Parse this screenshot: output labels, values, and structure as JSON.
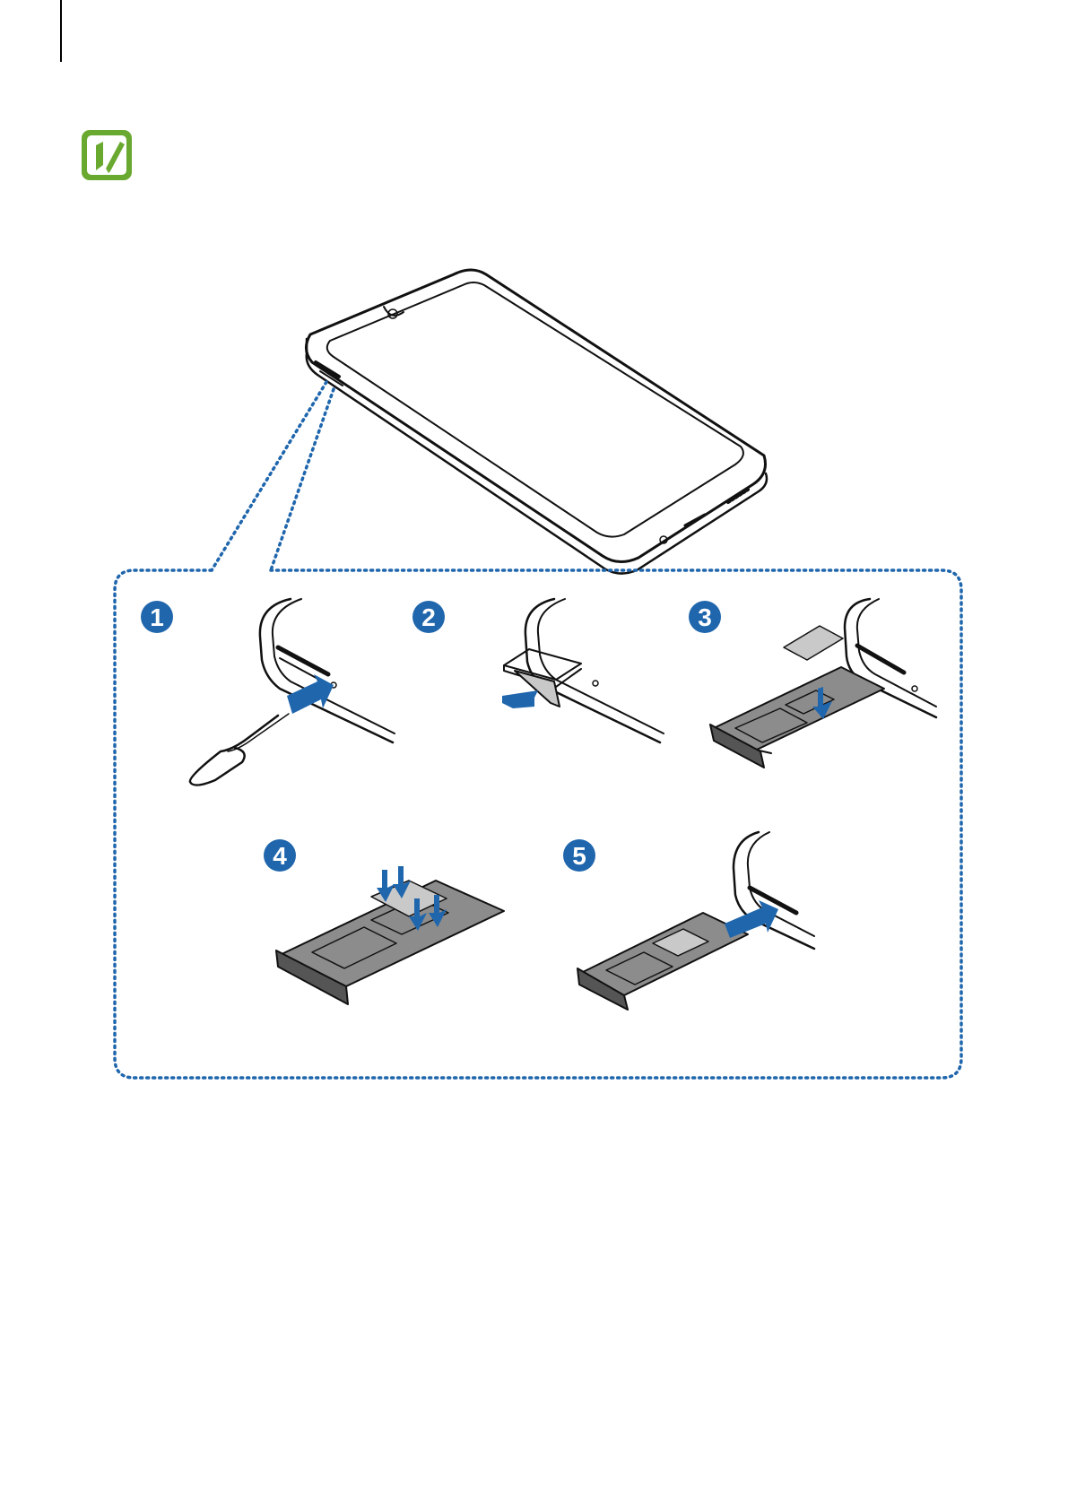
{
  "note_icon": {
    "icon": "note-icon",
    "color": "#6aa92f"
  },
  "figure": {
    "accent_color": "#1f66ad",
    "steps": [
      {
        "label": "1"
      },
      {
        "label": "2"
      },
      {
        "label": "3"
      },
      {
        "label": "4"
      },
      {
        "label": "5"
      }
    ]
  }
}
